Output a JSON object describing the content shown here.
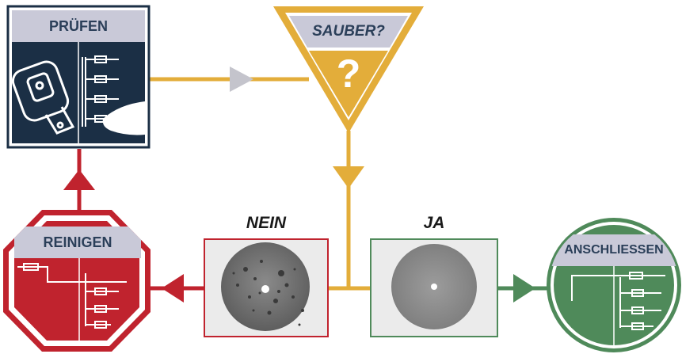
{
  "nodes": {
    "pruefen": {
      "label": "PRÜFEN"
    },
    "sauber": {
      "label": "SAUBER?",
      "symbol": "?"
    },
    "reinigen": {
      "label": "REINIGEN"
    },
    "anschliessen": {
      "label": "ANSCHLIESSEN"
    }
  },
  "samples": {
    "dirty": {
      "caption": "NEIN"
    },
    "clean": {
      "caption": "JA"
    }
  },
  "colors": {
    "navy": "#1b2f45",
    "gold": "#e3ad3a",
    "red": "#c0232e",
    "green": "#4f8a5a",
    "header": "#c9c9d8",
    "grey_arrow": "#c4c4cc"
  },
  "icons": [
    "inspection-scope-icon",
    "fiber-cable-icon",
    "question-mark-icon",
    "dirty-fiber-endface",
    "clean-fiber-endface"
  ]
}
